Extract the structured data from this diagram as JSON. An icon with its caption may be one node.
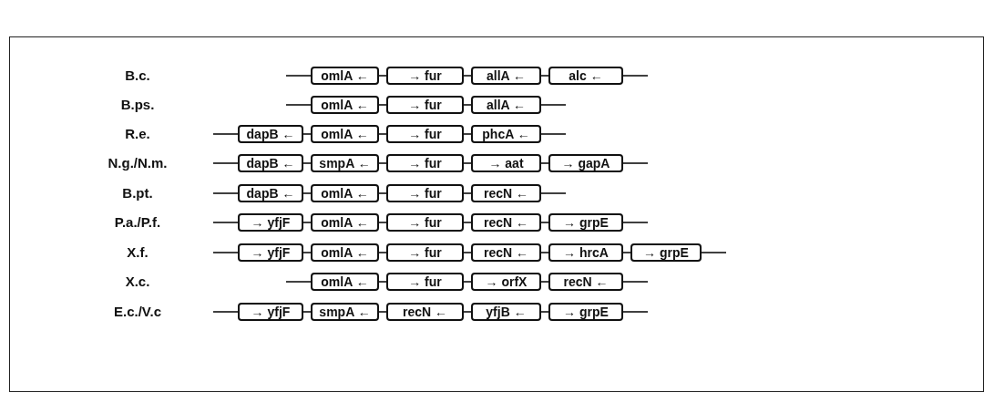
{
  "diagram": {
    "nodes": [
      {
        "text": [
          "omlA ←"
        ]
      },
      {
        "text": [
          "→ fur"
        ]
      },
      {
        "text": [
          "allA ←"
        ]
      },
      {
        "text": [
          "alc ←"
        ]
      },
      {
        "text": [
          "omlA ←"
        ]
      },
      {
        "text": [
          "→ fur"
        ]
      },
      {
        "text": [
          "allA ←"
        ]
      },
      {
        "text": [
          "dapB ←"
        ]
      },
      {
        "text": [
          "omlA ←"
        ]
      },
      {
        "text": [
          "→ fur"
        ]
      },
      {
        "text": [
          "phcA ←"
        ]
      },
      {
        "text": [
          "dapB ←"
        ]
      },
      {
        "text": [
          "smpA ←"
        ]
      },
      {
        "text": [
          "→ fur"
        ]
      },
      {
        "text": [
          "→ aat"
        ]
      },
      {
        "text": [
          "→ gapA"
        ]
      },
      {
        "text": [
          "dapB ←"
        ]
      },
      {
        "text": [
          "omlA ←"
        ]
      },
      {
        "text": [
          "→ fur"
        ]
      },
      {
        "text": [
          "recN ←"
        ]
      },
      {
        "text": [
          "→ yfjF"
        ]
      },
      {
        "text": [
          "omlA ←"
        ]
      },
      {
        "text": [
          "→ fur"
        ]
      },
      {
        "text": [
          "recN ←"
        ]
      },
      {
        "text": [
          "→ grpE"
        ]
      },
      {
        "text": [
          "→ yfjF"
        ]
      },
      {
        "text": [
          "omlA ←"
        ]
      },
      {
        "text": [
          "→ fur"
        ]
      },
      {
        "text": [
          "recN ←"
        ]
      },
      {
        "text": [
          "→ hrcA"
        ]
      },
      {
        "text": [
          "→ grpE"
        ]
      },
      {
        "text": [
          "omlA ←"
        ]
      },
      {
        "text": [
          "→ fur"
        ]
      },
      {
        "text": [
          "→ orfX"
        ]
      },
      {
        "text": [
          "recN ←"
        ]
      },
      {
        "text": [
          "→ yfjF"
        ]
      },
      {
        "text": [
          "smpA ←"
        ]
      },
      {
        "text": [
          "recN ←"
        ]
      },
      {
        "text": [
          "yfjB ←"
        ]
      },
      {
        "text": [
          "→ grpE"
        ]
      }
    ],
    "edges": [
      {
        "from": null,
        "to": 0,
        "arrow": "none"
      },
      {
        "from": 0,
        "to": 1,
        "arrow": "none"
      },
      {
        "from": 1,
        "to": 2,
        "arrow": "none"
      },
      {
        "from": 2,
        "to": 3,
        "arrow": "none"
      },
      {
        "from": 3,
        "to": null,
        "arrow": "none"
      },
      {
        "from": null,
        "to": 4,
        "arrow": "none"
      },
      {
        "from": 4,
        "to": 5,
        "arrow": "none"
      },
      {
        "from": 5,
        "to": 6,
        "arrow": "none"
      },
      {
        "from": 6,
        "to": null,
        "arrow": "none"
      },
      {
        "from": null,
        "to": 7,
        "arrow": "none"
      },
      {
        "from": 7,
        "to": 8,
        "arrow": "none"
      },
      {
        "from": 8,
        "to": 9,
        "arrow": "none"
      },
      {
        "from": 9,
        "to": 10,
        "arrow": "none"
      },
      {
        "from": 10,
        "to": null,
        "arrow": "none"
      },
      {
        "from": null,
        "to": 11,
        "arrow": "none"
      },
      {
        "from": 11,
        "to": 12,
        "arrow": "none"
      },
      {
        "from": 12,
        "to": 13,
        "arrow": "none"
      },
      {
        "from": 13,
        "to": 14,
        "arrow": "none"
      },
      {
        "from": 14,
        "to": 15,
        "arrow": "none"
      },
      {
        "from": 15,
        "to": null,
        "arrow": "none"
      },
      {
        "from": null,
        "to": 16,
        "arrow": "none"
      },
      {
        "from": 16,
        "to": 17,
        "arrow": "none"
      },
      {
        "from": 17,
        "to": 18,
        "arrow": "none"
      },
      {
        "from": 18,
        "to": 19,
        "arrow": "none"
      },
      {
        "from": 19,
        "to": null,
        "arrow": "none"
      },
      {
        "from": null,
        "to": 20,
        "arrow": "none"
      },
      {
        "from": 20,
        "to": 21,
        "arrow": "none"
      },
      {
        "from": 21,
        "to": 22,
        "arrow": "none"
      },
      {
        "from": 22,
        "to": 23,
        "arrow": "none"
      },
      {
        "from": 23,
        "to": 24,
        "arrow": "none"
      },
      {
        "from": 24,
        "to": null,
        "arrow": "none"
      },
      {
        "from": null,
        "to": 25,
        "arrow": "none"
      },
      {
        "from": 25,
        "to": 26,
        "arrow": "none"
      },
      {
        "from": 26,
        "to": 27,
        "arrow": "none"
      },
      {
        "from": 27,
        "to": 28,
        "arrow": "none"
      },
      {
        "from": 28,
        "to": 29,
        "arrow": "none"
      },
      {
        "from": 29,
        "to": 30,
        "arrow": "none"
      },
      {
        "from": 30,
        "to": null,
        "arrow": "none"
      },
      {
        "from": null,
        "to": 31,
        "arrow": "none"
      },
      {
        "from": 31,
        "to": 32,
        "arrow": "none"
      },
      {
        "from": 32,
        "to": 33,
        "arrow": "none"
      },
      {
        "from": 33,
        "to": 34,
        "arrow": "none"
      },
      {
        "from": 34,
        "to": null,
        "arrow": "none"
      },
      {
        "from": null,
        "to": 35,
        "arrow": "none"
      },
      {
        "from": 35,
        "to": 36,
        "arrow": "none"
      },
      {
        "from": 36,
        "to": 37,
        "arrow": "none"
      },
      {
        "from": 37,
        "to": 38,
        "arrow": "none"
      },
      {
        "from": 38,
        "to": 39,
        "arrow": "none"
      },
      {
        "from": 39,
        "to": null,
        "arrow": "none"
      }
    ],
    "labels": [
      "B.c.",
      "B.ps.",
      "R.e.",
      "N.g./N.m.",
      "B.pt.",
      "P.a./P.f.",
      "X.f.",
      "X.c.",
      "E.c./V.c"
    ]
  }
}
